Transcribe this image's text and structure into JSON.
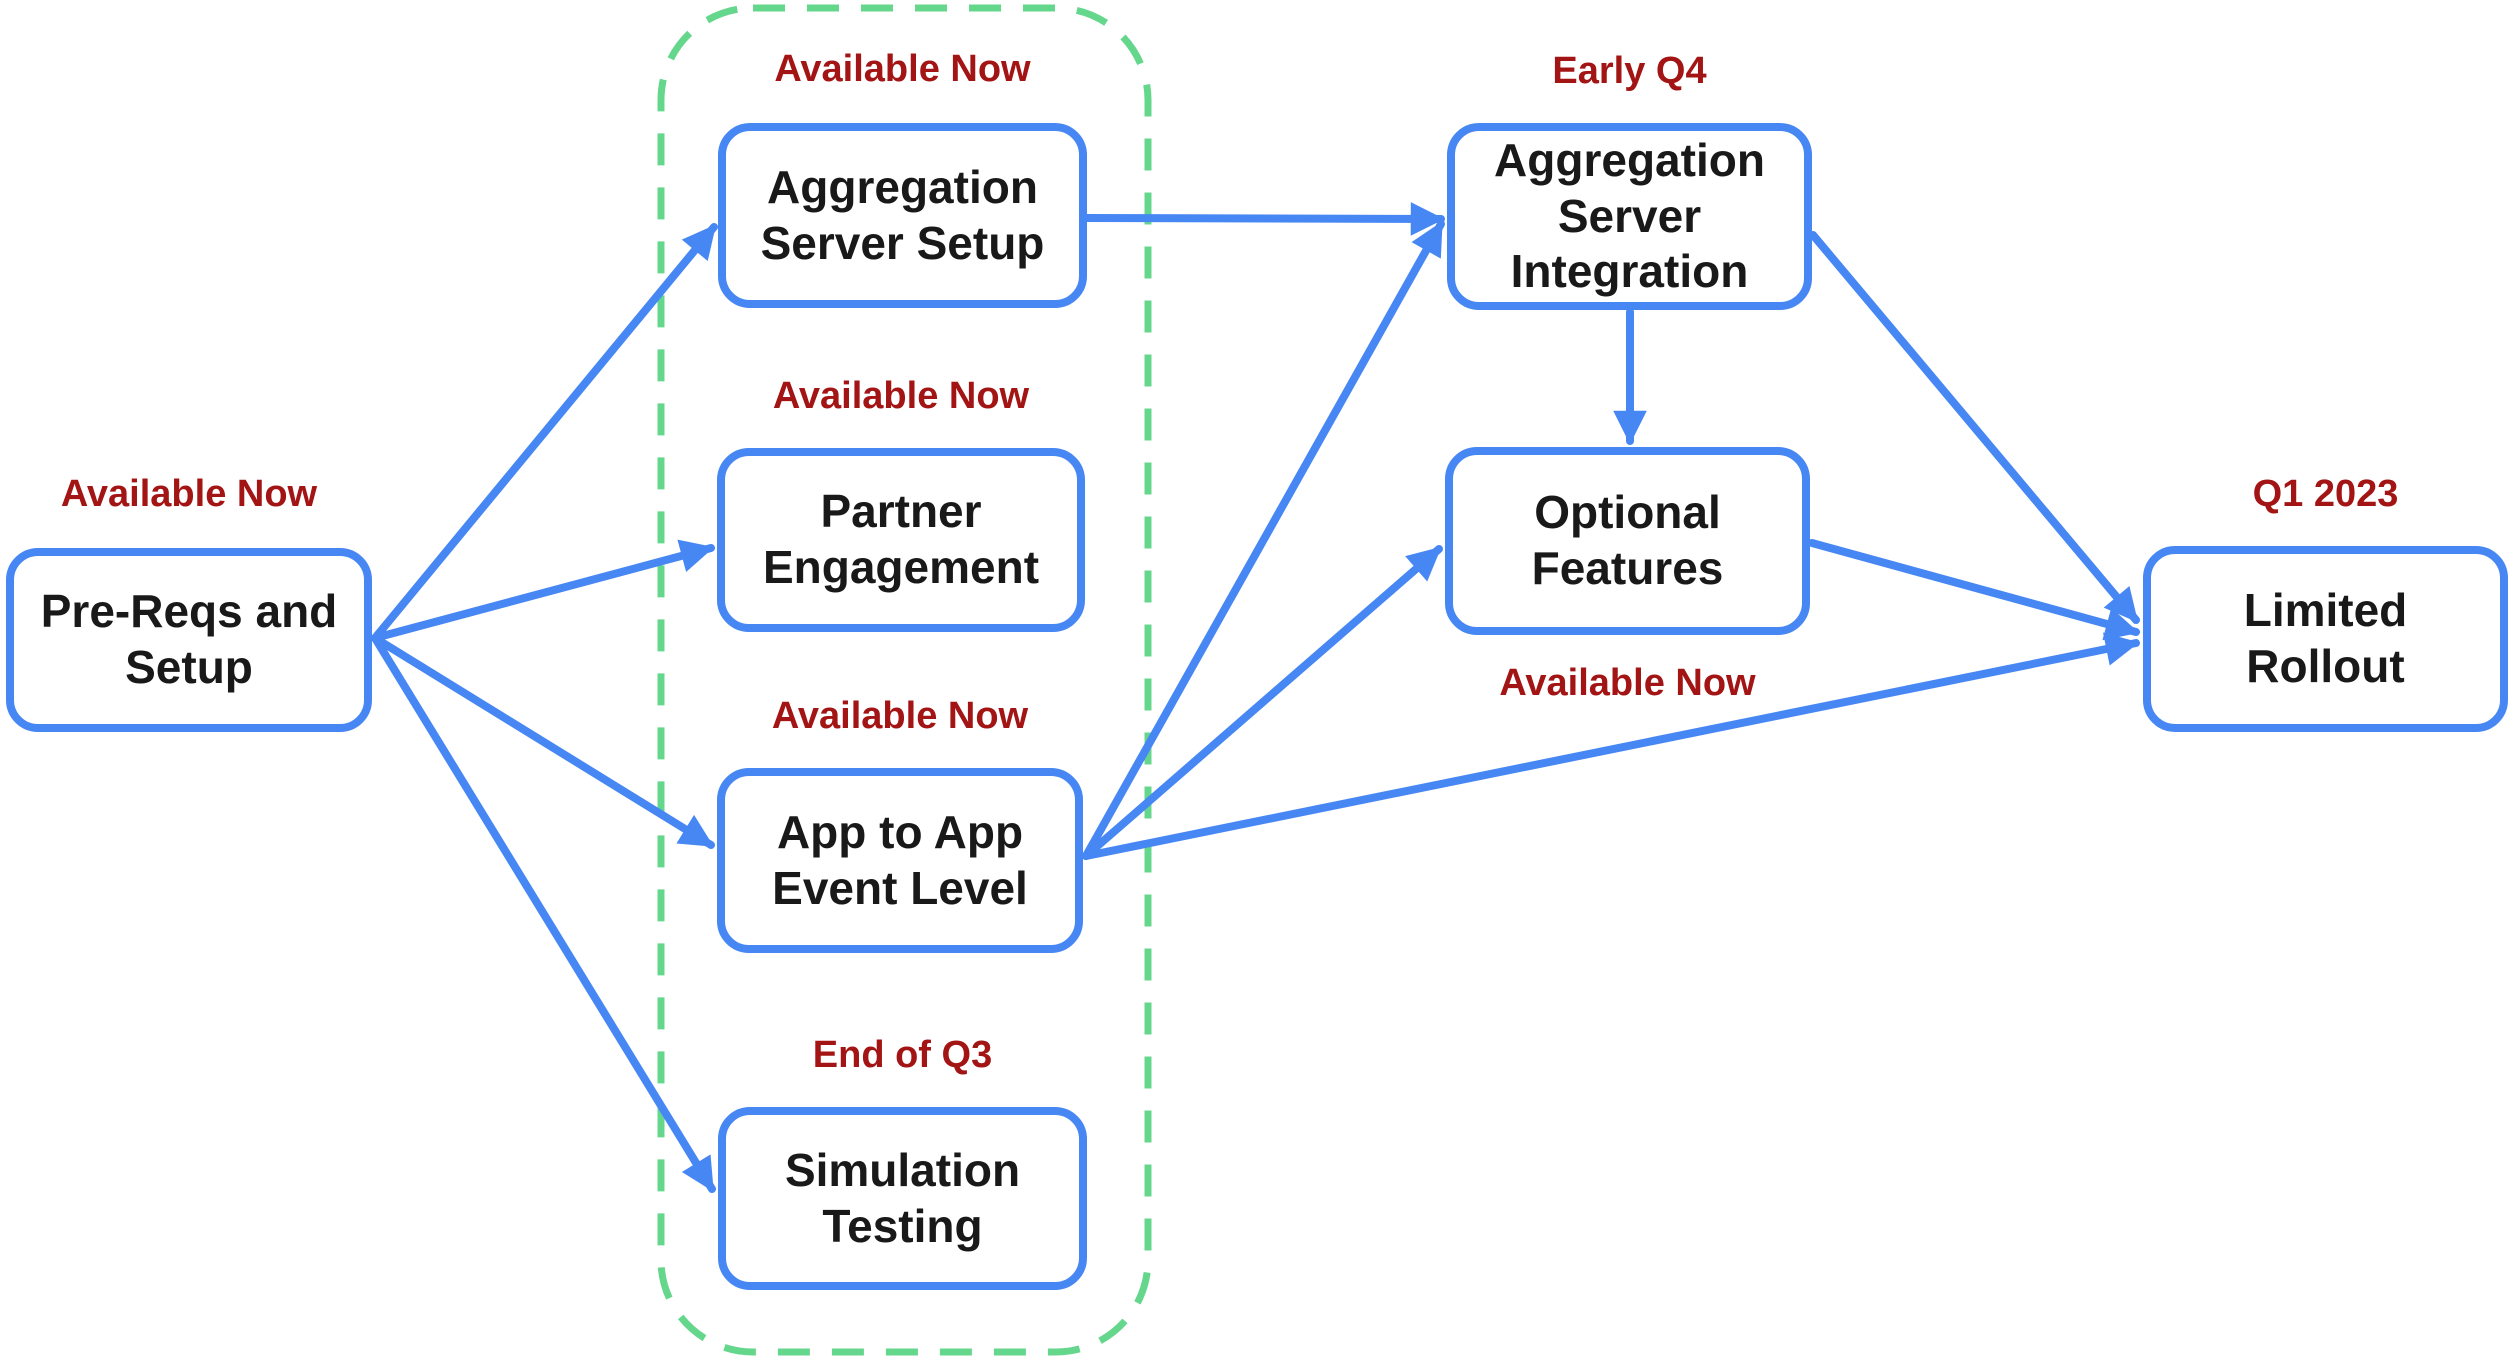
{
  "diagram": {
    "colors": {
      "node_border": "#4787f4",
      "arrow": "#4787f4",
      "status_text": "#a31414",
      "label_text": "#191919",
      "group_outline": "#64d78c",
      "background": "#ffffff"
    },
    "nodes": {
      "prereqs": {
        "label": "Pre-Reqs and\nSetup",
        "status": "Available Now",
        "status_position": "above"
      },
      "agg_setup": {
        "label": "Aggregation\nServer Setup",
        "status": "Available Now",
        "status_position": "above"
      },
      "partner": {
        "label": "Partner\nEngagement",
        "status": "Available Now",
        "status_position": "above"
      },
      "app2app": {
        "label": "App to App\nEvent Level",
        "status": "Available Now",
        "status_position": "above"
      },
      "simulation": {
        "label": "Simulation\nTesting",
        "status": "End of Q3",
        "status_position": "above"
      },
      "agg_integration": {
        "label": "Aggregation\nServer\nIntegration",
        "status": "Early Q4",
        "status_position": "above"
      },
      "optional": {
        "label": "Optional\nFeatures",
        "status": "Available Now",
        "status_position": "below"
      },
      "rollout": {
        "label": "Limited\nRollout",
        "status": "Q1 2023",
        "status_position": "above"
      }
    },
    "group": {
      "members": [
        "agg_setup",
        "partner",
        "app2app",
        "simulation"
      ],
      "style": "dashed"
    },
    "edges": [
      {
        "from": "prereqs",
        "to": "agg_setup"
      },
      {
        "from": "prereqs",
        "to": "partner"
      },
      {
        "from": "prereqs",
        "to": "app2app"
      },
      {
        "from": "prereqs",
        "to": "simulation"
      },
      {
        "from": "agg_setup",
        "to": "agg_integration"
      },
      {
        "from": "app2app",
        "to": "agg_integration"
      },
      {
        "from": "app2app",
        "to": "optional"
      },
      {
        "from": "app2app",
        "to": "rollout"
      },
      {
        "from": "agg_integration",
        "to": "optional"
      },
      {
        "from": "agg_integration",
        "to": "rollout"
      },
      {
        "from": "optional",
        "to": "rollout"
      }
    ]
  }
}
